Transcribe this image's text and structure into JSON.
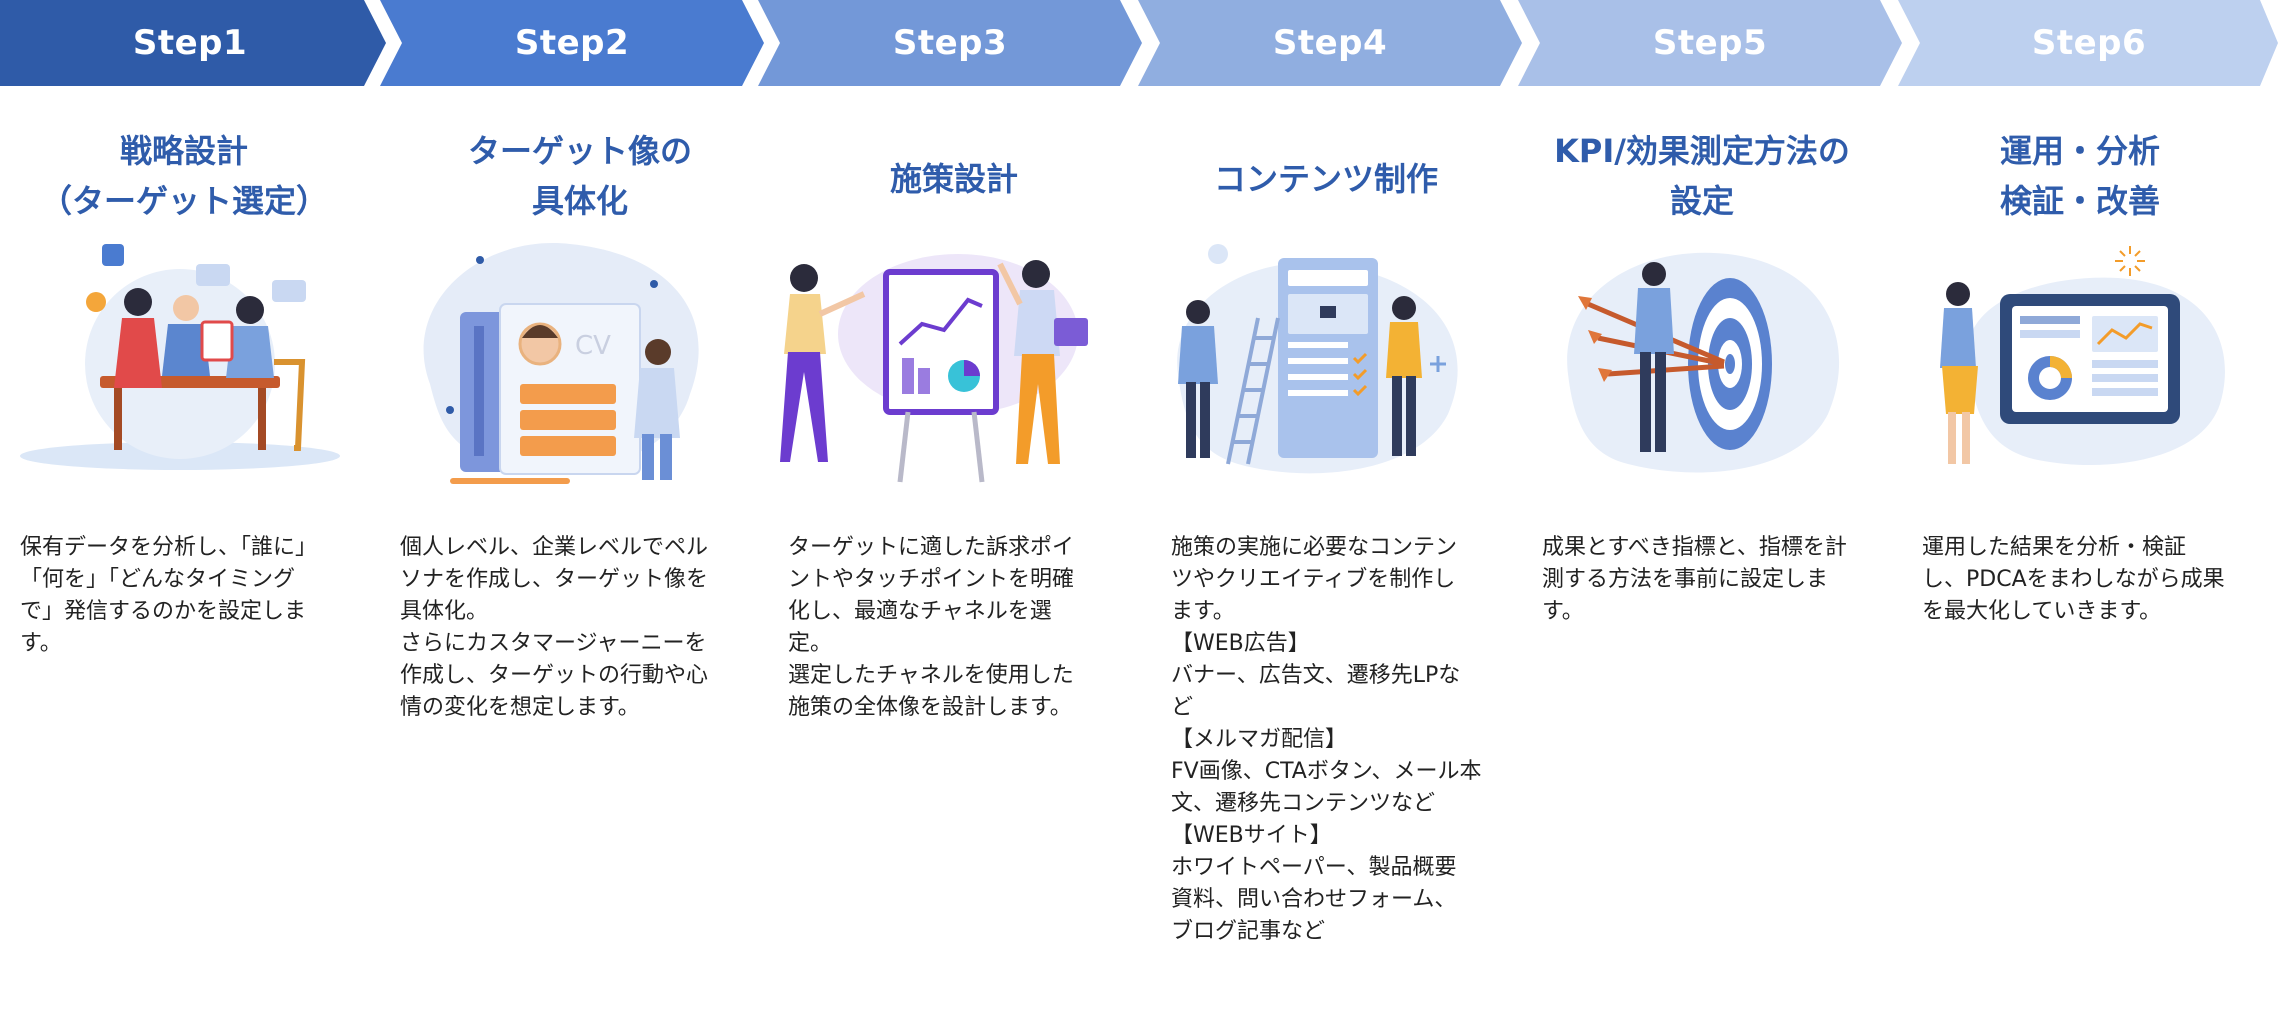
{
  "colors": {
    "title": "#2f5cab",
    "text": "#222222",
    "arrows": [
      "#2f5ba8",
      "#4a7bd0",
      "#7398d8",
      "#90aee0",
      "#a9c0e8",
      "#bdd0ef"
    ]
  },
  "steps": [
    {
      "label": "Step1",
      "title": "戦略設計\n（ターゲット選定）",
      "description": "保有データを分析し、「誰に」\n「何を」「どんなタイミング\nで」発信するのかを設定しま\nす。",
      "icon": "team-meeting-icon"
    },
    {
      "label": "Step2",
      "title": "ターゲット像の\n具体化",
      "description": "個人レベル、企業レベルでペル\nソナを作成し、ターゲット像を\n具体化。\nさらにカスタマージャーニーを\n作成し、ターゲットの行動や心\n情の変化を想定します。",
      "icon": "persona-cv-icon",
      "cv": "CV"
    },
    {
      "label": "Step3",
      "title": "施策設計",
      "description": "ターゲットに適した訴求ポイ\nントやタッチポイントを明確\n化し、最適なチャネルを選\n定。\n選定したチャネルを使用した\n施策の全体像を設計します。",
      "icon": "presentation-board-icon"
    },
    {
      "label": "Step4",
      "title": "コンテンツ制作",
      "description": "施策の実施に必要なコンテン\nツやクリエイティブを制作し\nます。\n【WEB広告】\nバナー、広告文、遷移先LPな\nど\n【メルマガ配信】\nFV画像、CTAボタン、メール本\n文、遷移先コンテンツなど\n【WEBサイト】\nホワイトペーパー、製品概要\n資料、問い合わせフォーム、\nブログ記事など",
      "icon": "content-building-icon"
    },
    {
      "label": "Step5",
      "title": "KPI/効果測定方法の\n設定",
      "description": "成果とすべき指標と、指標を計\n測する方法を事前に設定しま\nす。",
      "icon": "target-darts-icon"
    },
    {
      "label": "Step6",
      "title": "運用・分析\n検証・改善",
      "description": "運用した結果を分析・検証\nし、PDCAをまわしながら成果\nを最大化していきます。",
      "icon": "analytics-tablet-icon"
    }
  ]
}
